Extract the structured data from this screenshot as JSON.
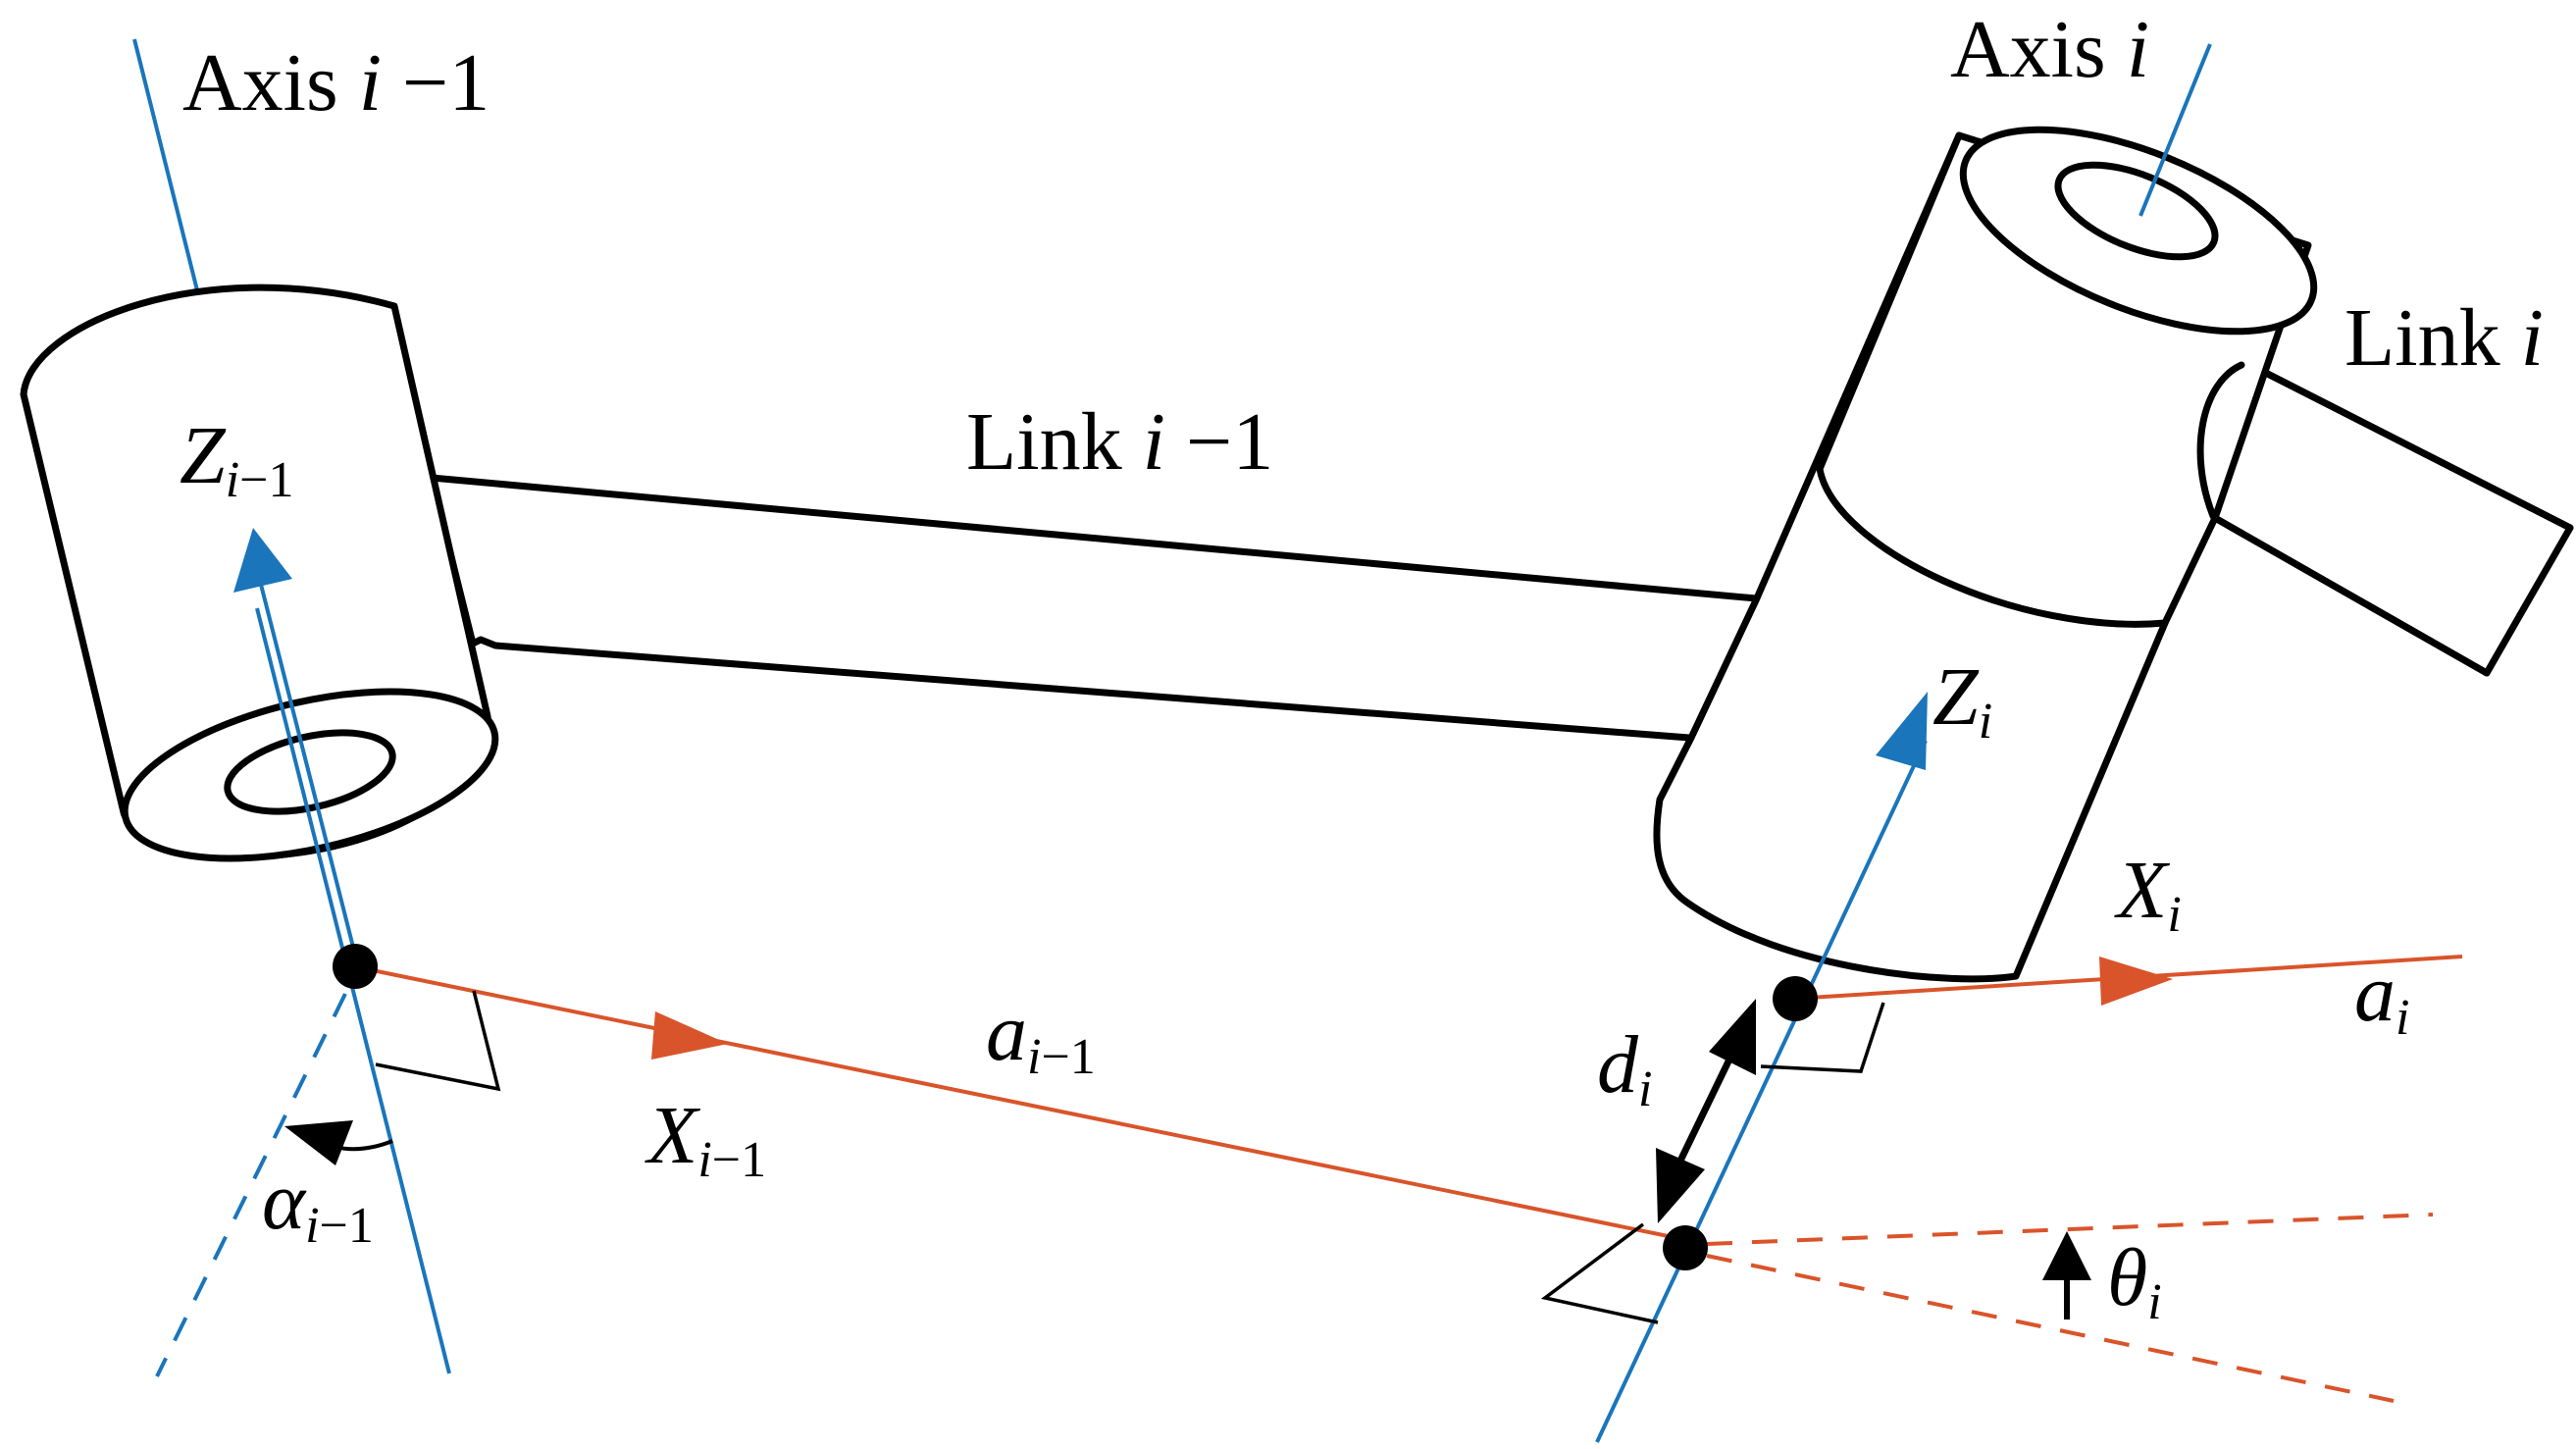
{
  "colors": {
    "axis": "#1a75bb",
    "frame_x": "#d9542a",
    "outline": "#000000"
  },
  "labels": {
    "axis_prev": {
      "text": "Axis ",
      "var": "i",
      "suffix": " −1"
    },
    "axis_curr": {
      "text": "Axis ",
      "var": "i"
    },
    "link_prev": {
      "text": "Link ",
      "var": "i",
      "suffix": " −1"
    },
    "link_curr": {
      "text": "Link ",
      "var": "i"
    },
    "z_prev": {
      "sym": "Z",
      "sub_var": "i",
      "sub_rest": "−1"
    },
    "z_curr": {
      "sym": "Z",
      "sub_var": "i"
    },
    "x_prev": {
      "sym": "X",
      "sub_var": "i",
      "sub_rest": "−1"
    },
    "x_curr": {
      "sym": "X",
      "sub_var": "i"
    },
    "a_prev": {
      "sym": "a",
      "sub_var": "i",
      "sub_rest": "−1"
    },
    "a_curr": {
      "sym": "a",
      "sub_var": "i"
    },
    "alpha_prev": {
      "sym": "α",
      "sub_var": "i",
      "sub_rest": "−1"
    },
    "d_curr": {
      "sym": "d",
      "sub_var": "i"
    },
    "theta_curr": {
      "sym": "θ",
      "sub_var": "i"
    }
  }
}
